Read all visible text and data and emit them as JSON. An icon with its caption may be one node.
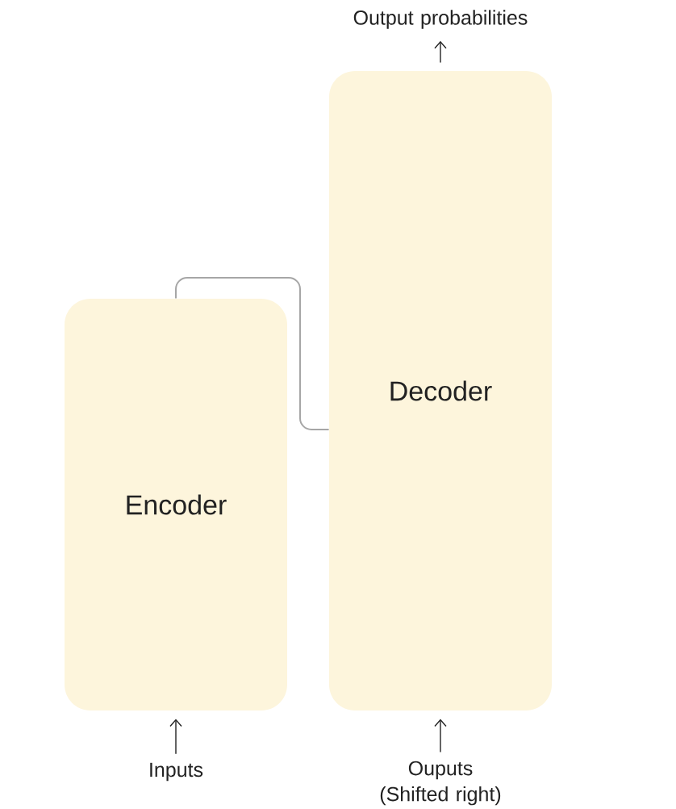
{
  "diagram": {
    "nodes": [
      {
        "text": [
          "Output probabilities"
        ]
      },
      {
        "text": [
          "Decoder"
        ]
      },
      {
        "text": [
          "Encoder"
        ]
      },
      {
        "text": [
          "Inputs"
        ]
      },
      {
        "text": [
          "Ouputs (Shifted right)"
        ]
      }
    ],
    "edges": [
      {
        "from": 3,
        "to": 2,
        "arrow": "to"
      },
      {
        "from": 4,
        "to": 1,
        "arrow": "to"
      },
      {
        "from": 1,
        "to": 0,
        "arrow": "to"
      },
      {
        "from": 2,
        "to": 1,
        "arrow": "none",
        "color": "#a6a6a6"
      }
    ]
  }
}
